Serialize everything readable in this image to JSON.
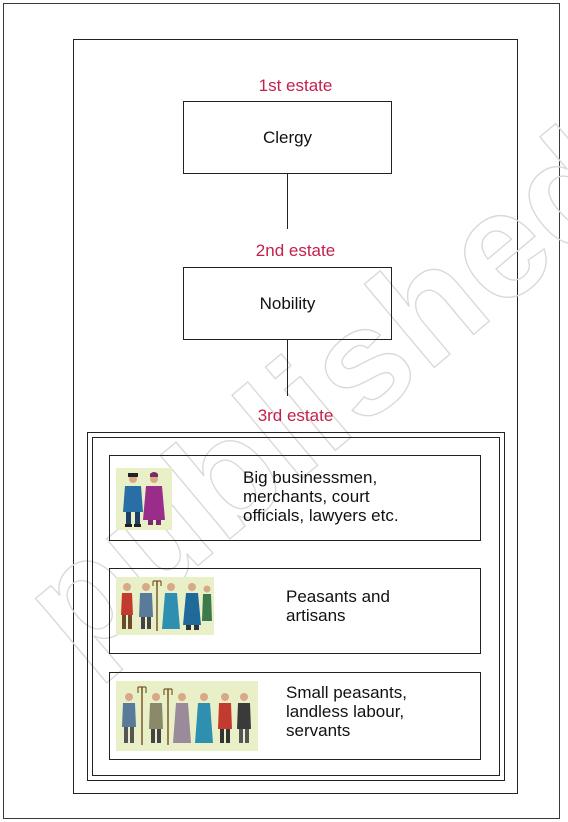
{
  "diagram": {
    "watermark": "published",
    "estates": [
      {
        "label": "1st estate",
        "members": "Clergy"
      },
      {
        "label": "2nd estate",
        "members": "Nobility"
      },
      {
        "label": "3rd estate",
        "groups": [
          {
            "text": "Big businessmen,\nmerchants, court\nofficials, lawyers etc.",
            "figure_icon": "two-people-illustration-icon"
          },
          {
            "text": "Peasants and\nartisans",
            "figure_icon": "peasants-artisans-illustration-icon"
          },
          {
            "text": "Small peasants,\nlandless labour,\nservants",
            "figure_icon": "small-peasants-illustration-icon"
          }
        ]
      }
    ],
    "colors": {
      "estate_label": "#c4204b",
      "line": "#222222"
    }
  }
}
